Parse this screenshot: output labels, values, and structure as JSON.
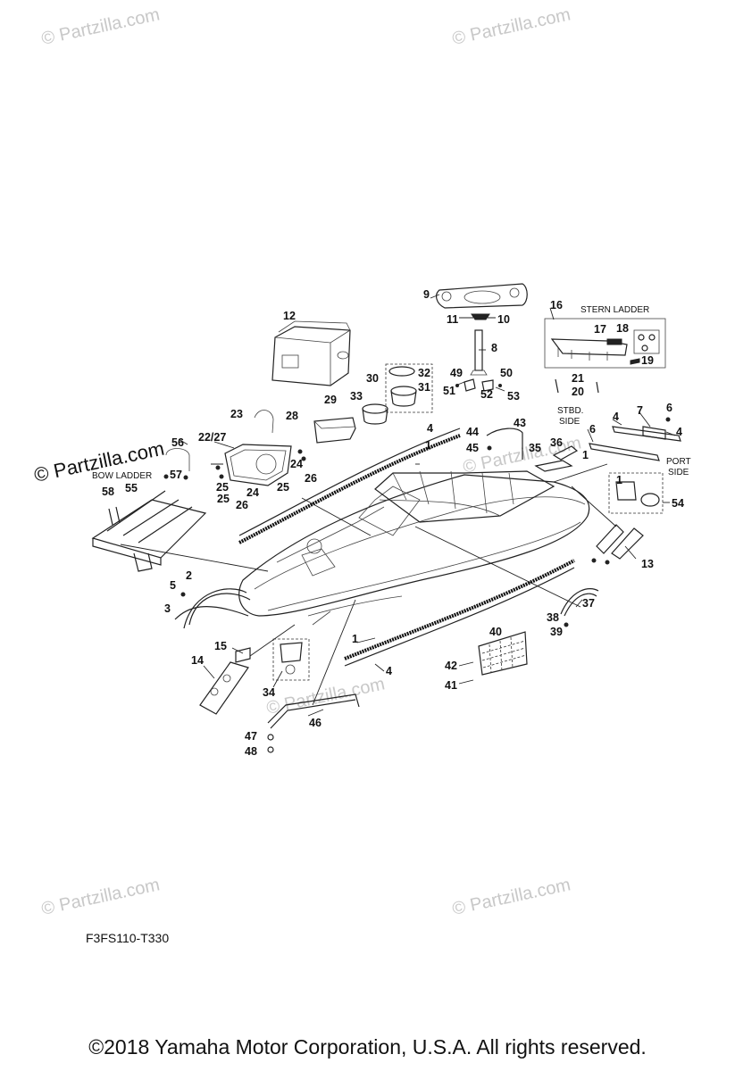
{
  "watermarks": [
    "© Partzilla.com",
    "© Partzilla.com",
    "© Partzilla.com",
    "© Partzilla.com",
    "© Partzilla.com",
    "© Partzilla.com"
  ],
  "watermark_dark": "© Partzilla.com",
  "captions": {
    "stern_ladder": "STERN LADDER",
    "bow_ladder": "BOW LADDER",
    "stbd_side_1": "STBD.",
    "stbd_side_2": "SIDE",
    "port_side_1": "PORT",
    "port_side_2": "SIDE"
  },
  "callouts": [
    "1",
    "1",
    "1",
    "1",
    "2",
    "3",
    "4",
    "4",
    "4",
    "4",
    "5",
    "6",
    "6",
    "7",
    "8",
    "9",
    "10",
    "11",
    "12",
    "13",
    "14",
    "15",
    "16",
    "17",
    "18",
    "19",
    "20",
    "21",
    "22/27",
    "23",
    "24",
    "24",
    "25",
    "25",
    "25",
    "26",
    "26",
    "28",
    "29",
    "30",
    "31",
    "32",
    "33",
    "34",
    "35",
    "36",
    "37",
    "38",
    "39",
    "40",
    "41",
    "42",
    "43",
    "44",
    "45",
    "46",
    "47",
    "48",
    "49",
    "50",
    "51",
    "52",
    "53",
    "54",
    "55",
    "56",
    "57",
    "58"
  ],
  "figure_code": "F3FS110-T330",
  "copyright": "©2018  Yamaha Motor Corporation, U.S.A. All rights reserved."
}
